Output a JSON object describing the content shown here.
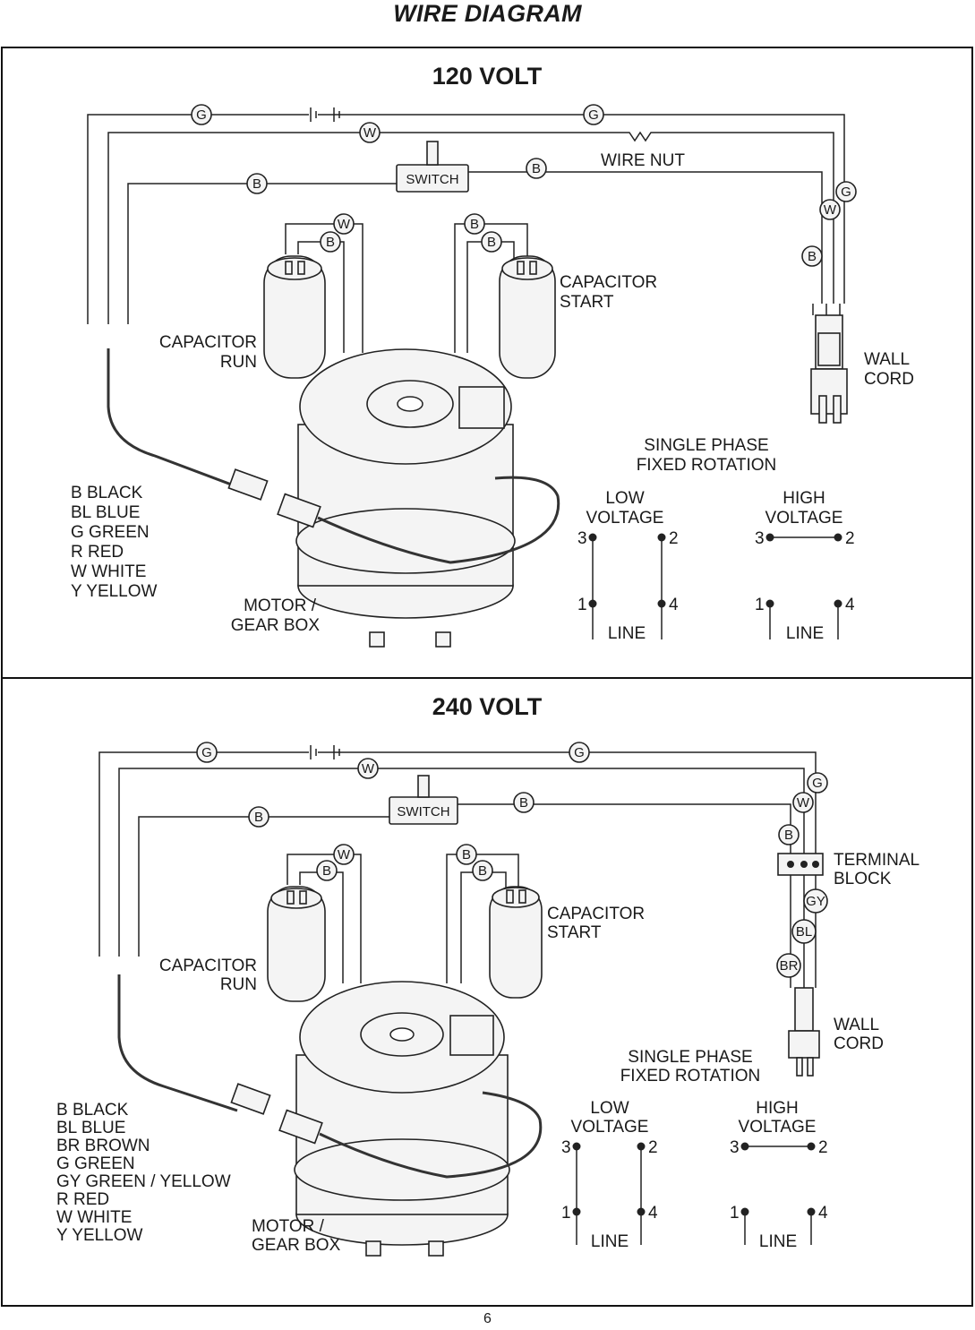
{
  "page_title": "WIRE DIAGRAM",
  "page_number": "6",
  "panels": [
    {
      "title": "120 VOLT",
      "wire_labels": {
        "g_left": "G",
        "g_right": "G",
        "w_top": "W",
        "b_switch_in": "B",
        "b_switch_out": "B",
        "cord_g": "G",
        "cord_w": "W",
        "cord_b": "B",
        "run_w": "W",
        "run_b": "B",
        "start_b1": "B",
        "start_b2": "B"
      },
      "labels": {
        "switch": "SWITCH",
        "wire_nut": "WIRE NUT",
        "capacitor_run": [
          "CAPACITOR",
          "RUN"
        ],
        "capacitor_start": [
          "CAPACITOR",
          "START"
        ],
        "wall_cord": [
          "WALL",
          "CORD"
        ],
        "single_phase": [
          "SINGLE PHASE",
          "FIXED ROTATION"
        ],
        "motor": [
          "MOTOR /",
          "GEAR BOX"
        ]
      },
      "legend": [
        "B  BLACK",
        "BL BLUE",
        "G  GREEN",
        "R  RED",
        "W  WHITE",
        "Y  YELLOW"
      ],
      "low_voltage": {
        "title": [
          "LOW",
          "VOLTAGE"
        ],
        "t3": "3",
        "t2": "2",
        "t1": "1",
        "t4": "4",
        "line": "LINE"
      },
      "high_voltage": {
        "title": [
          "HIGH",
          "VOLTAGE"
        ],
        "t3": "3",
        "t2": "2",
        "t1": "1",
        "t4": "4",
        "line": "LINE"
      }
    },
    {
      "title": "240 VOLT",
      "wire_labels": {
        "g_left": "G",
        "g_right": "G",
        "w_top": "W",
        "b_switch_in": "B",
        "b_switch_out": "B",
        "cord_g": "G",
        "cord_w": "W",
        "cord_b": "B",
        "run_w": "W",
        "run_b": "B",
        "start_b1": "B",
        "start_b2": "B",
        "gy": "GY",
        "bl": "BL",
        "br": "BR"
      },
      "labels": {
        "switch": "SWITCH",
        "terminal_block": [
          "TERMINAL",
          "BLOCK"
        ],
        "capacitor_run": [
          "CAPACITOR",
          "RUN"
        ],
        "capacitor_start": [
          "CAPACITOR",
          "START"
        ],
        "wall_cord": [
          "WALL",
          "CORD"
        ],
        "single_phase": [
          "SINGLE PHASE",
          "FIXED ROTATION"
        ],
        "motor": [
          "MOTOR /",
          "GEAR BOX"
        ]
      },
      "legend": [
        "B  BLACK",
        "BL BLUE",
        "BR BROWN",
        "G  GREEN",
        "GY GREEN / YELLOW",
        "R  RED",
        "W  WHITE",
        "Y  YELLOW"
      ],
      "low_voltage": {
        "title": [
          "LOW",
          "VOLTAGE"
        ],
        "t3": "3",
        "t2": "2",
        "t1": "1",
        "t4": "4",
        "line": "LINE"
      },
      "high_voltage": {
        "title": [
          "HIGH",
          "VOLTAGE"
        ],
        "t3": "3",
        "t2": "2",
        "t1": "1",
        "t4": "4",
        "line": "LINE"
      }
    }
  ]
}
